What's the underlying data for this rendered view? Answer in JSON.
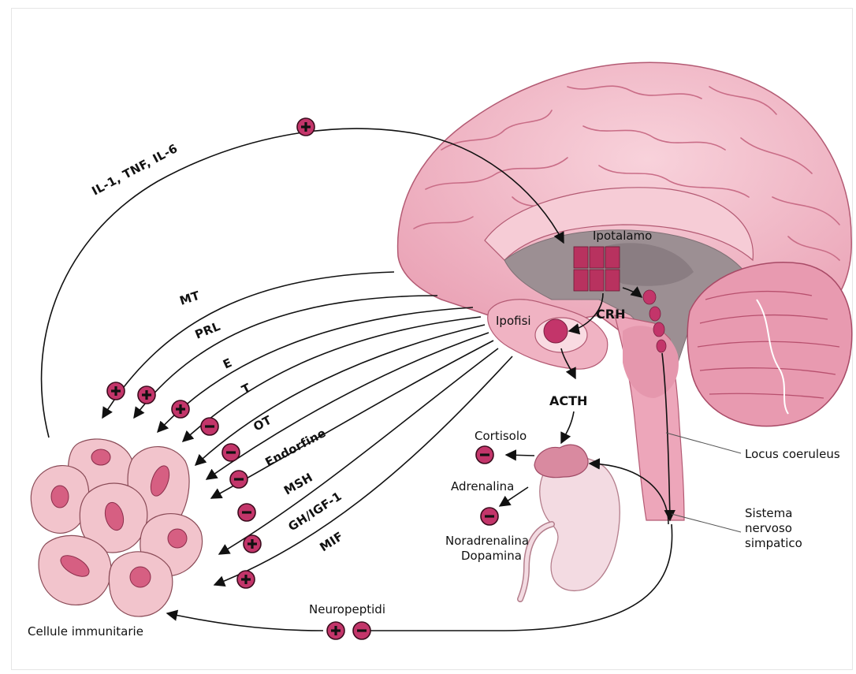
{
  "labels": {
    "hypothalamus": "Ipotalamo",
    "pituitary": "Ipofisi",
    "crh": "CRH",
    "acth": "ACTH",
    "cortisol": "Cortisolo",
    "adrenaline": "Adrenalina",
    "noradrenaline": "Noradrenalina",
    "dopamine": "Dopamina",
    "locus_coeruleus": "Locus coeruleus",
    "sympathetic_1": "Sistema",
    "sympathetic_2": "nervoso",
    "sympathetic_3": "simpatico",
    "immune_cells": "Cellule immunitarie",
    "neuropeptides": "Neuropeptidi",
    "cytokines": "IL-1,  TNF,  IL-6"
  },
  "hormones": [
    {
      "label": "MT",
      "sign": "+"
    },
    {
      "label": "PRL",
      "sign": "+"
    },
    {
      "label": "E",
      "sign": "+"
    },
    {
      "label": "T",
      "sign": "−"
    },
    {
      "label": "OT",
      "sign": "−"
    },
    {
      "label": "Endorfine",
      "sign": "−"
    },
    {
      "label": "MSH",
      "sign": "−"
    },
    {
      "label": "GH/IGF-1",
      "sign": "+"
    },
    {
      "label": "MIF",
      "sign": "+"
    }
  ],
  "colors": {
    "brain_pink": "#f3b8c6",
    "brain_dark": "#d07d93",
    "accent_magenta": "#c3356a",
    "cell_fill": "#f2c4cc",
    "nucleus": "#d65f82"
  }
}
